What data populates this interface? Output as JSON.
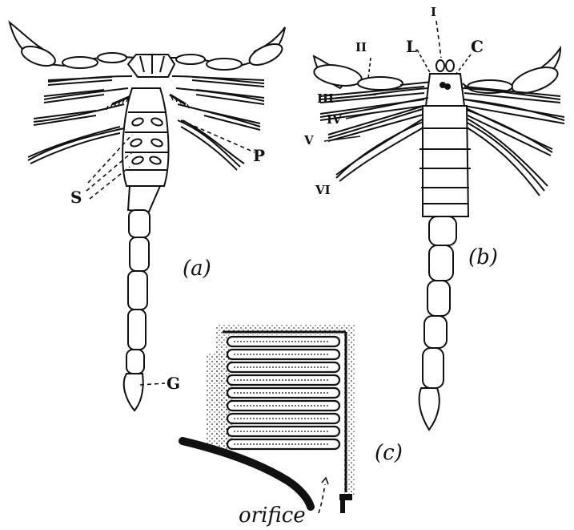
{
  "panels": {
    "a": "(a)",
    "b": "(b)",
    "c": "(c)"
  },
  "labels_a": {
    "S": "S",
    "P": "P",
    "G": "G"
  },
  "labels_b": {
    "I": "I",
    "II": "II",
    "III": "III",
    "IV": "IV",
    "V": "V",
    "VI": "VI",
    "L": "L",
    "C": "C"
  },
  "labels_c": {
    "orifice": "orifice"
  }
}
